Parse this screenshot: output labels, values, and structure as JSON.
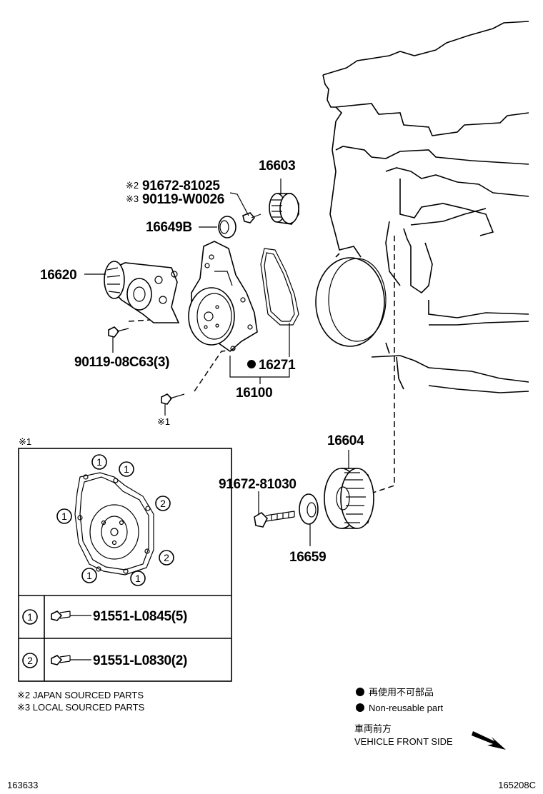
{
  "parts": {
    "p16603": "16603",
    "p91672_81025": "91672-81025",
    "mark_j": "※2",
    "p90119_W0026": "90119-W0026",
    "mark_l": "※3",
    "p16649B": "16649B",
    "p16620": "16620",
    "p90119_08C63": "90119-08C63(3)",
    "p16271": "16271",
    "p16100": "16100",
    "mark1": "※1",
    "p16604": "16604",
    "p91672_81030": "91672-81030",
    "p16659": "16659"
  },
  "detail": {
    "title": "※1",
    "num1": "1",
    "num2": "2",
    "row1_part": "91551-L0845(5)",
    "row2_part": "91551-L0830(2)"
  },
  "notes": {
    "japan": "※2 JAPAN SOURCED PARTS",
    "local": "※3 LOCAL SOURCED PARTS"
  },
  "legend": {
    "jp": "再使用不可部品",
    "en": "Non-reusable part",
    "front_jp": "車両前方",
    "front_en": "VEHICLE FRONT SIDE"
  },
  "footer": {
    "left_code": "163633",
    "right_code": "165208C"
  }
}
